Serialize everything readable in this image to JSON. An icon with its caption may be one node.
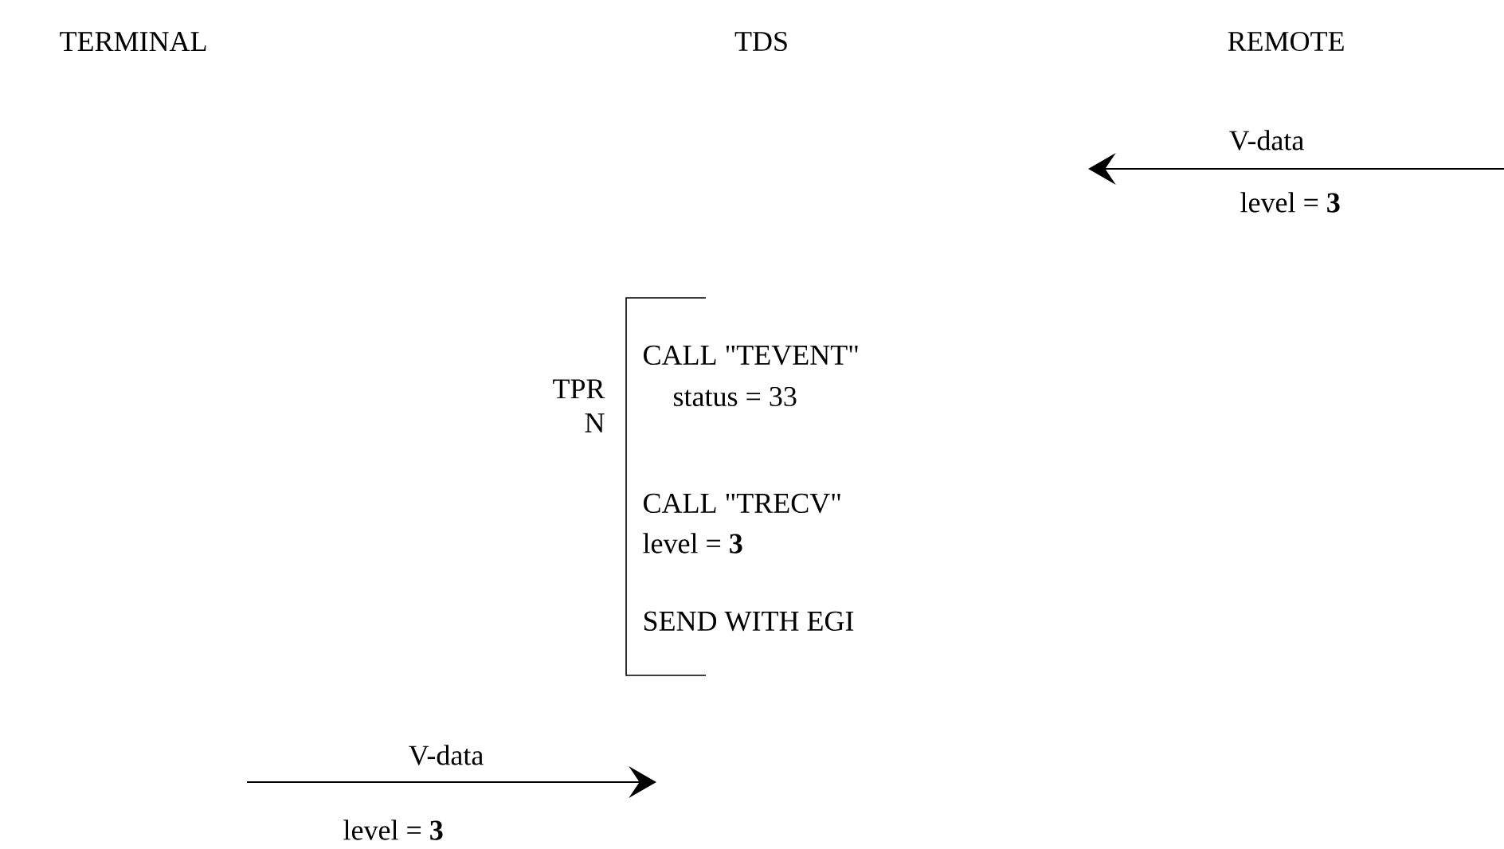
{
  "diagram": {
    "nodes": [
      {
        "text": [
          "CALL \"TEVENT\"",
          "status = 33",
          "CALL \"TRECV\"",
          "level = **3**",
          "SEND WITH EGI"
        ],
        "beside": [
          "TPR N"
        ]
      }
    ],
    "labels": [
      "TERMINAL",
      "TDS",
      "REMOTE",
      "V-data",
      "level = **3**",
      "V-data",
      "level = **3**"
    ]
  }
}
